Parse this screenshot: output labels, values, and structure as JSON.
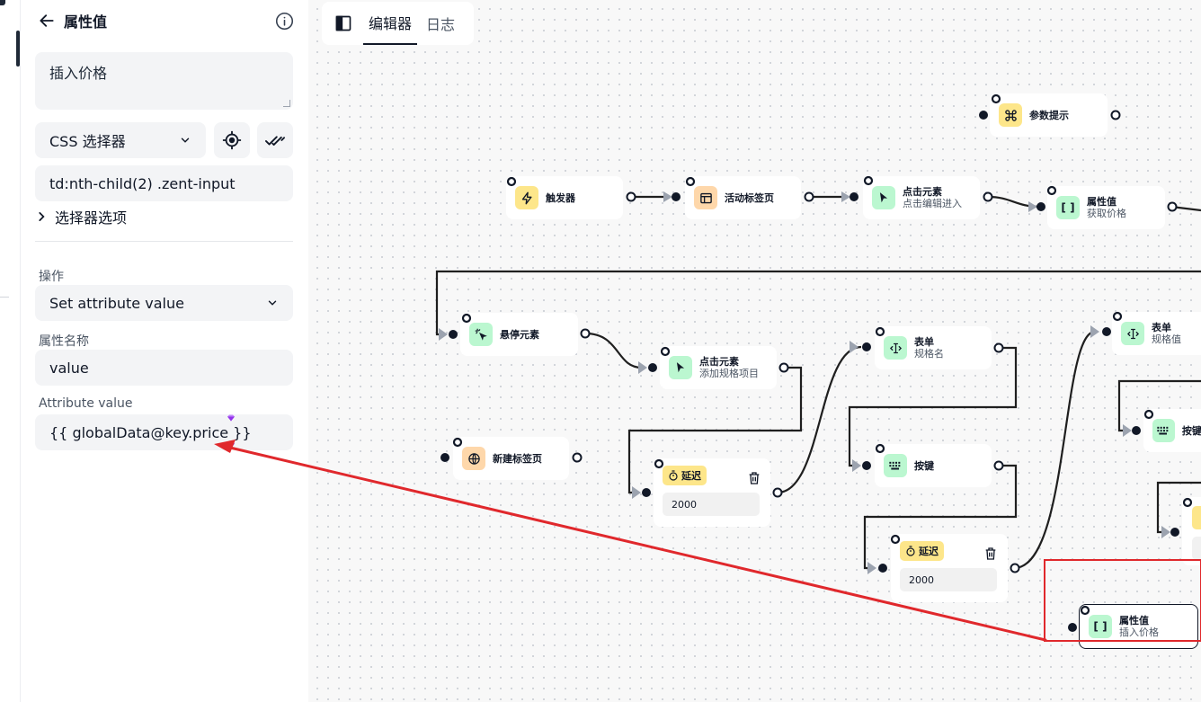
{
  "panel": {
    "title": "属性值",
    "description": "插入价格",
    "selector_type": "CSS 选择器",
    "selector": "td:nth-child(2) .zent-input",
    "selector_options_label": "选择器选项",
    "action_label": "操作",
    "action_value": "Set attribute value",
    "attr_name_label": "属性名称",
    "attr_name_value": "value",
    "attr_value_label": "Attribute value",
    "attr_value_value": "{{ globalData@key.price }}"
  },
  "tabs": [
    {
      "label": "编辑器",
      "active": true
    },
    {
      "label": "日志",
      "active": false
    }
  ],
  "nodes": {
    "param_prompt": {
      "title": "参数提示",
      "icon": "command-icon"
    },
    "trigger": {
      "title": "触发器",
      "icon": "bolt-icon"
    },
    "active_tab": {
      "title": "活动标签页",
      "icon": "browser-window-icon"
    },
    "click_edit": {
      "title": "点击元素",
      "sub": "点击编辑进入",
      "icon": "cursor-icon"
    },
    "attr_get_price": {
      "title": "属性值",
      "sub": "获取价格",
      "icon": "brackets-icon"
    },
    "hover": {
      "title": "悬停元素",
      "icon": "hover-icon"
    },
    "click_add_spec": {
      "title": "点击元素",
      "sub": "添加规格项目",
      "icon": "cursor-icon"
    },
    "form_spec_name": {
      "title": "表单",
      "sub": "规格名",
      "icon": "text-cursor-icon"
    },
    "form_spec_value": {
      "title": "表单",
      "sub": "规格值",
      "icon": "text-cursor-icon"
    },
    "new_tab": {
      "title": "新建标签页",
      "icon": "globe-icon"
    },
    "delay_1": {
      "title": "延迟",
      "value": "2000"
    },
    "keyboard_1": {
      "title": "按键",
      "icon": "keyboard-icon"
    },
    "keyboard_2": {
      "title": "按键",
      "icon": "keyboard-icon"
    },
    "delay_2": {
      "title": "延迟",
      "value": "2000"
    },
    "attr_insert_price": {
      "title": "属性值",
      "sub": "插入价格",
      "icon": "brackets-icon"
    }
  },
  "colors": {
    "accent": "#111827",
    "yellow": "#fde68a",
    "orange": "#fed7aa",
    "green": "#bbf7d0",
    "annotation_red": "#e0282c"
  }
}
